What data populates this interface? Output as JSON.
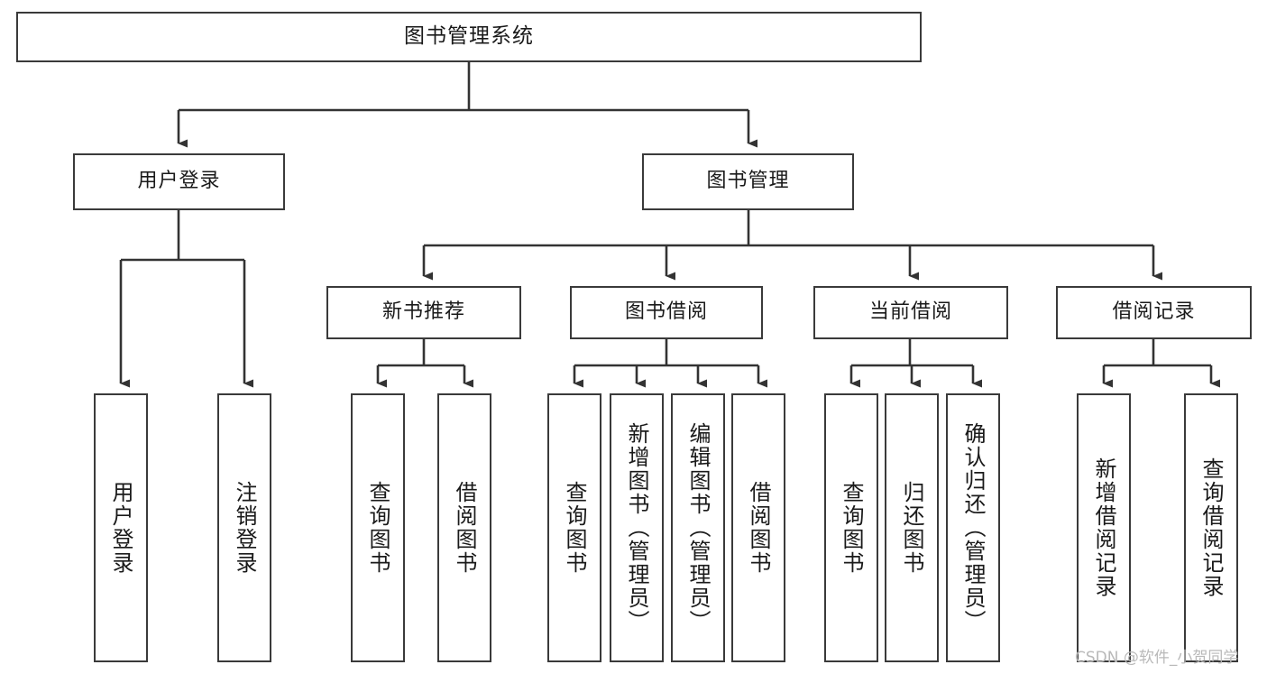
{
  "diagram": {
    "title": "图书管理系统",
    "type": "tree-functional-structure",
    "root": {
      "label": "图书管理系统"
    },
    "level2": [
      {
        "label": "用户登录"
      },
      {
        "label": "图书管理"
      }
    ],
    "level3": [
      {
        "label": "新书推荐"
      },
      {
        "label": "图书借阅"
      },
      {
        "label": "当前借阅"
      },
      {
        "label": "借阅记录"
      }
    ],
    "leaves": {
      "user_login": [
        {
          "label": "用户登录"
        },
        {
          "label": "注销登录"
        }
      ],
      "new_book_recommend": [
        {
          "label": "查询图书"
        },
        {
          "label": "借阅图书"
        }
      ],
      "book_borrow": [
        {
          "label": "查询图书"
        },
        {
          "label": "新增图书（管理员）"
        },
        {
          "label": "编辑图书（管理员）"
        },
        {
          "label": "借阅图书"
        }
      ],
      "current_borrow": [
        {
          "label": "查询图书"
        },
        {
          "label": "归还图书"
        },
        {
          "label": "确认归还（管理员）"
        }
      ],
      "borrow_record": [
        {
          "label": "新增借阅记录"
        },
        {
          "label": "查询借阅记录"
        }
      ]
    }
  },
  "watermark": {
    "text": "CSDN @软件_小贺同学"
  },
  "colors": {
    "box_border": "#3a3a3a",
    "box_fill": "#ffffff",
    "edge": "#333333",
    "text": "#1a1a1a",
    "watermark": "#b9b9b9",
    "background": "#ffffff"
  }
}
